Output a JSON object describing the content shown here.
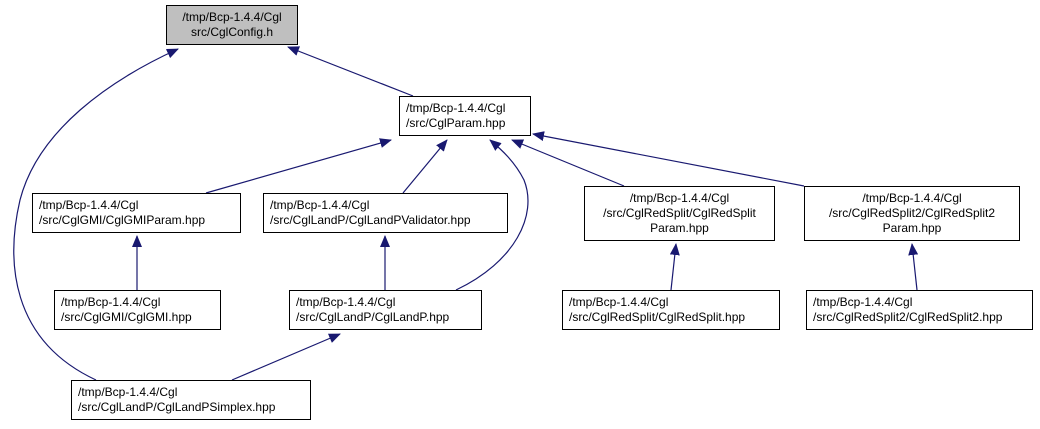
{
  "nodes": {
    "config": {
      "lines": [
        "/tmp/Bcp-1.4.4/Cgl",
        "src/CglConfig.h"
      ]
    },
    "param": {
      "lines": [
        "/tmp/Bcp-1.4.4/Cgl",
        "/src/CglParam.hpp"
      ]
    },
    "gmiparam": {
      "lines": [
        "/tmp/Bcp-1.4.4/Cgl",
        "/src/CglGMI/CglGMIParam.hpp"
      ]
    },
    "landpvalidator": {
      "lines": [
        "/tmp/Bcp-1.4.4/Cgl",
        "/src/CglLandP/CglLandPValidator.hpp"
      ]
    },
    "redsplitparam": {
      "lines": [
        "/tmp/Bcp-1.4.4/Cgl",
        "/src/CglRedSplit/CglRedSplit",
        "Param.hpp"
      ]
    },
    "redsplit2param": {
      "lines": [
        "/tmp/Bcp-1.4.4/Cgl",
        "/src/CglRedSplit2/CglRedSplit2",
        "Param.hpp"
      ]
    },
    "gmi": {
      "lines": [
        "/tmp/Bcp-1.4.4/Cgl",
        "/src/CglGMI/CglGMI.hpp"
      ]
    },
    "landp": {
      "lines": [
        "/tmp/Bcp-1.4.4/Cgl",
        "/src/CglLandP/CglLandP.hpp"
      ]
    },
    "redsplit": {
      "lines": [
        "/tmp/Bcp-1.4.4/Cgl",
        "/src/CglRedSplit/CglRedSplit.hpp"
      ]
    },
    "redsplit2": {
      "lines": [
        "/tmp/Bcp-1.4.4/Cgl",
        "/src/CglRedSplit2/CglRedSplit2.hpp"
      ]
    },
    "landpsimplex": {
      "lines": [
        "/tmp/Bcp-1.4.4/Cgl",
        "/src/CglLandP/CglLandPSimplex.hpp"
      ]
    }
  },
  "edges": [
    {
      "from": "param",
      "to": "config"
    },
    {
      "from": "landpsimplex",
      "to": "config"
    },
    {
      "from": "gmiparam",
      "to": "param"
    },
    {
      "from": "landpvalidator",
      "to": "param"
    },
    {
      "from": "landp",
      "to": "param"
    },
    {
      "from": "redsplitparam",
      "to": "param"
    },
    {
      "from": "redsplit2param",
      "to": "param"
    },
    {
      "from": "gmi",
      "to": "gmiparam"
    },
    {
      "from": "landp",
      "to": "landpvalidator"
    },
    {
      "from": "redsplit",
      "to": "redsplitparam"
    },
    {
      "from": "redsplit2",
      "to": "redsplit2param"
    },
    {
      "from": "landpsimplex",
      "to": "landp"
    }
  ],
  "colors": {
    "edge": "#191970",
    "root_fill": "#bfbfbf",
    "node_border": "#000000"
  }
}
